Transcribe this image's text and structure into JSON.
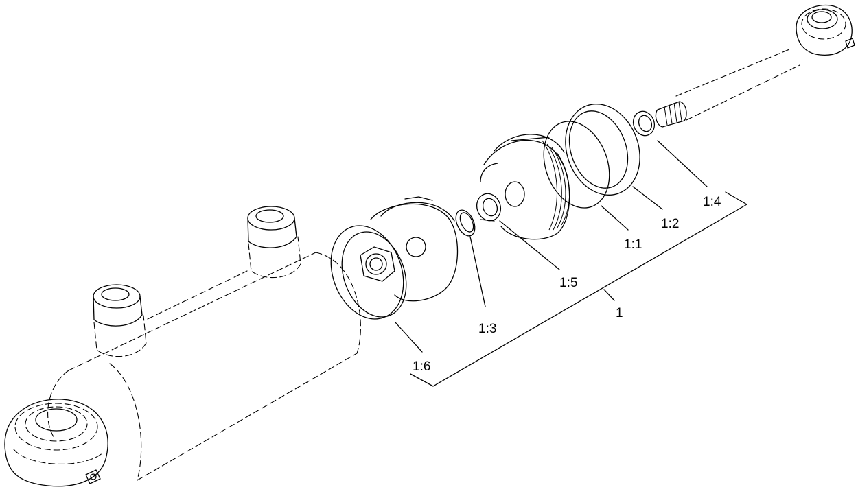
{
  "labels": {
    "assembly": "1",
    "part_1_1": "1:1",
    "part_1_2": "1:2",
    "part_1_3": "1:3",
    "part_1_4": "1:4",
    "part_1_5": "1:5",
    "part_1_6": "1:6"
  },
  "colors": {
    "line": "#000000",
    "background": "#ffffff"
  }
}
